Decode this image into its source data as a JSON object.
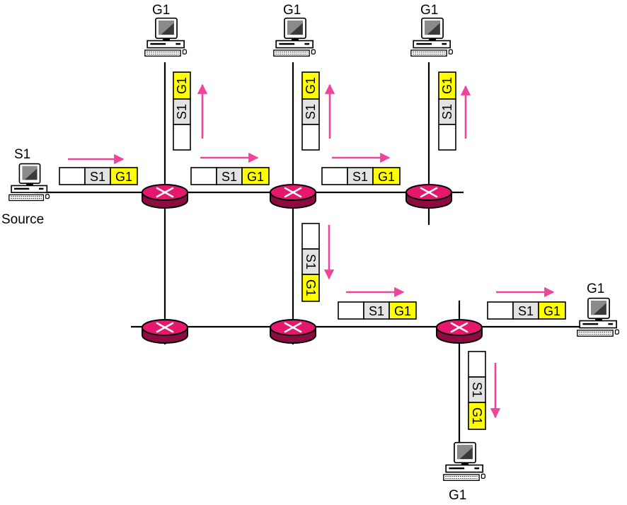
{
  "labels": {
    "source_id": "S1",
    "source_caption": "Source",
    "group": "G1"
  },
  "packet": {
    "source_field": "S1",
    "group_field": "G1"
  },
  "colors": {
    "arrow": "#ee4499",
    "router": "#e5186e",
    "router_dark": "#8c0b41",
    "group_field": "#ffff00",
    "source_field": "#e3e3e3",
    "line": "#000000"
  },
  "icons": {
    "host": "computer-icon",
    "router": "router-icon"
  }
}
